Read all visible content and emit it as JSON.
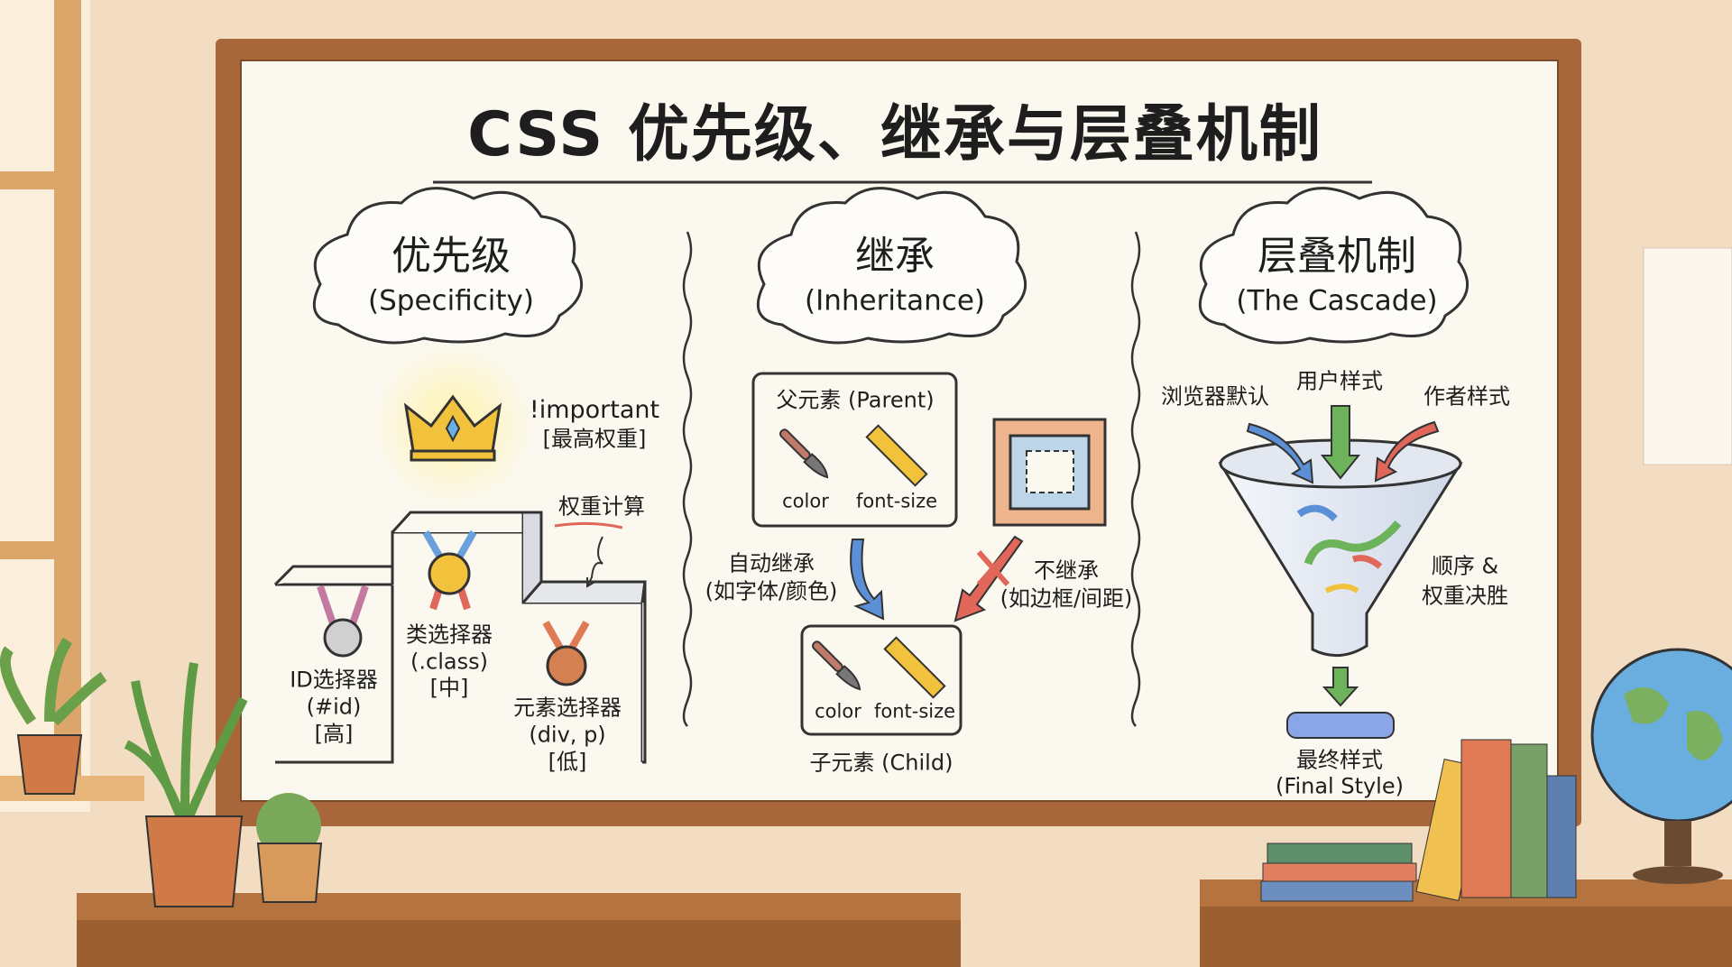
{
  "title": "CSS 优先级、继承与层叠机制",
  "sections": {
    "specificity": {
      "heading": "优先级",
      "subheading": "(Specificity)",
      "important_label": "!important",
      "important_note": "[最高权重]",
      "weight_calc": "权重计算",
      "podium": [
        {
          "name": "ID选择器",
          "example": "(#id)",
          "level": "[高]"
        },
        {
          "name": "类选择器",
          "example": "(.class)",
          "level": "[中]"
        },
        {
          "name": "元素选择器",
          "example": "(div, p)",
          "level": "[低]"
        }
      ]
    },
    "inheritance": {
      "heading": "继承",
      "subheading": "(Inheritance)",
      "parent_label": "父元素 (Parent)",
      "child_label": "子元素 (Child)",
      "prop_color": "color",
      "prop_font_size": "font-size",
      "auto_inherit": "自动继承",
      "auto_inherit_note": "(如字体/颜色)",
      "no_inherit": "不继承",
      "no_inherit_note": "(如边框/间距)"
    },
    "cascade": {
      "heading": "层叠机制",
      "subheading": "(The Cascade)",
      "sources": [
        "浏览器默认",
        "用户样式",
        "作者样式"
      ],
      "resolve_line1": "顺序 &",
      "resolve_line2": "权重决胜",
      "final_label": "最终样式",
      "final_sub": "(Final Style)"
    }
  },
  "colors": {
    "wall": "#f2dcc2",
    "board": "#fbf8ef",
    "frame": "#a8673a",
    "blue": "#5b8fd6",
    "green": "#6cb35c",
    "red": "#e0675a",
    "gold": "#f2c23c"
  }
}
